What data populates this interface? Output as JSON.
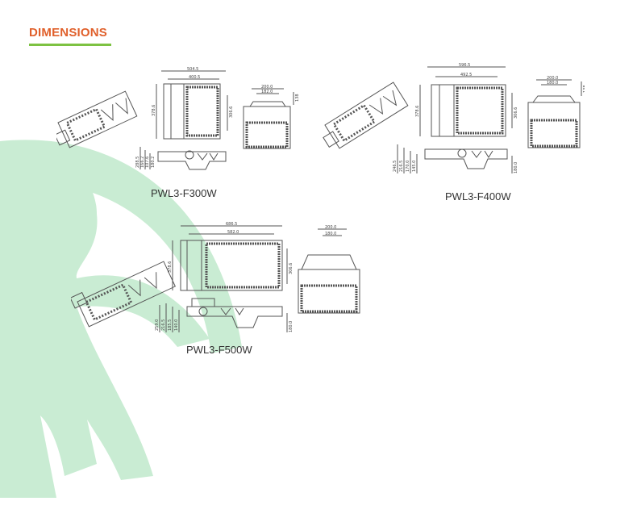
{
  "colors": {
    "accent_orange": "#e0602b",
    "accent_green": "#7dc242",
    "background_shape": "#c9ecd3",
    "drawing_stroke": "#555555"
  },
  "header": {
    "title": "DIMENSIONS"
  },
  "products": [
    {
      "model": "PWL3-F300W",
      "top": {
        "overall": "504.5",
        "inner": "400.5",
        "height": "378.6",
        "right_height": "306.6"
      },
      "front": {
        "outer": "200.0",
        "inner": "182.0",
        "side": "138"
      },
      "side": {
        "a": "288.5",
        "b": "166.2",
        "c": "107.6",
        "d": "180.2"
      }
    },
    {
      "model": "PWL3-F400W",
      "top": {
        "overall": "596.5",
        "inner": "492.5",
        "height": "378.6",
        "right_height": "306.6"
      },
      "front": {
        "outer": "200.0",
        "inner": "180.0",
        "side": "138"
      },
      "side": {
        "a": "246.5",
        "b": "216.5",
        "c": "170.0",
        "d": "145.0",
        "right": "180.0"
      }
    },
    {
      "model": "PWL3-F500W",
      "top": {
        "overall": "686.5",
        "inner": "582.0",
        "height": "378.6",
        "right_height": "306.6"
      },
      "front": {
        "outer": "200.0",
        "inner": "180.0"
      },
      "side": {
        "a": "259.0",
        "b": "216.5",
        "c": "185.5",
        "d": "140.0",
        "right": "180.0"
      }
    }
  ]
}
